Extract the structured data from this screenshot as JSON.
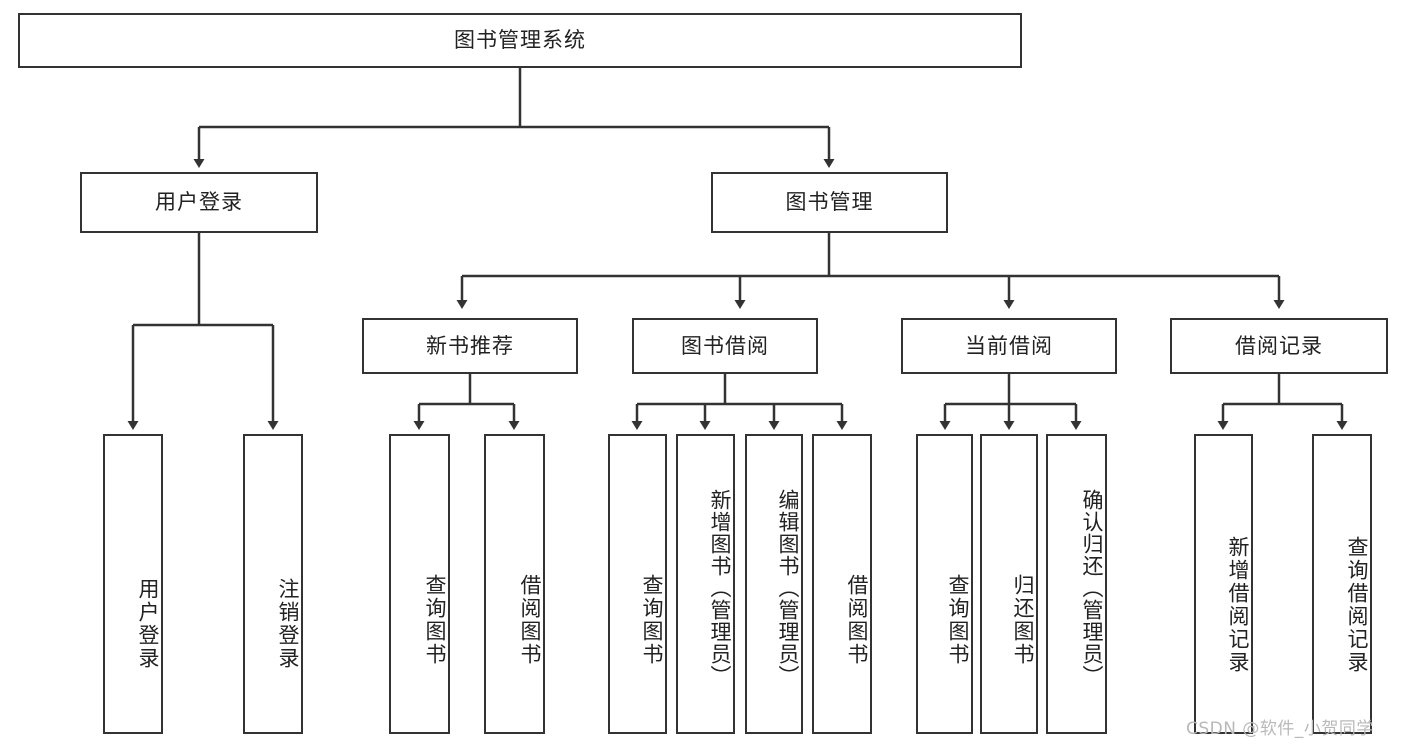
{
  "diagram": {
    "type": "tree",
    "title": "图书管理系统",
    "root": {
      "label": "图书管理系统"
    },
    "level2": [
      {
        "label": "用户登录"
      },
      {
        "label": "图书管理"
      }
    ],
    "level3": [
      {
        "label": "新书推荐"
      },
      {
        "label": "图书借阅"
      },
      {
        "label": "当前借阅"
      },
      {
        "label": "借阅记录"
      }
    ],
    "leaves": {
      "user_login": [
        {
          "label": "用户登录"
        },
        {
          "label": "注销登录"
        }
      ],
      "new_book_recommend": [
        {
          "label": "查询图书"
        },
        {
          "label": "借阅图书"
        }
      ],
      "book_borrow": [
        {
          "label": "查询图书"
        },
        {
          "label": "新增图书（管理员）"
        },
        {
          "label": "编辑图书（管理员）"
        },
        {
          "label": "借阅图书"
        }
      ],
      "current_borrow": [
        {
          "label": "查询图书"
        },
        {
          "label": "归还图书"
        },
        {
          "label": "确认归还（管理员）"
        }
      ],
      "borrow_record": [
        {
          "label": "新增借阅记录"
        },
        {
          "label": "查询借阅记录"
        }
      ]
    }
  },
  "watermark": {
    "text": "CSDN @软件_小贺同学"
  },
  "colors": {
    "stroke": "#333333",
    "background": "#ffffff",
    "text": "#222222",
    "watermark": "#b9b9b9"
  }
}
